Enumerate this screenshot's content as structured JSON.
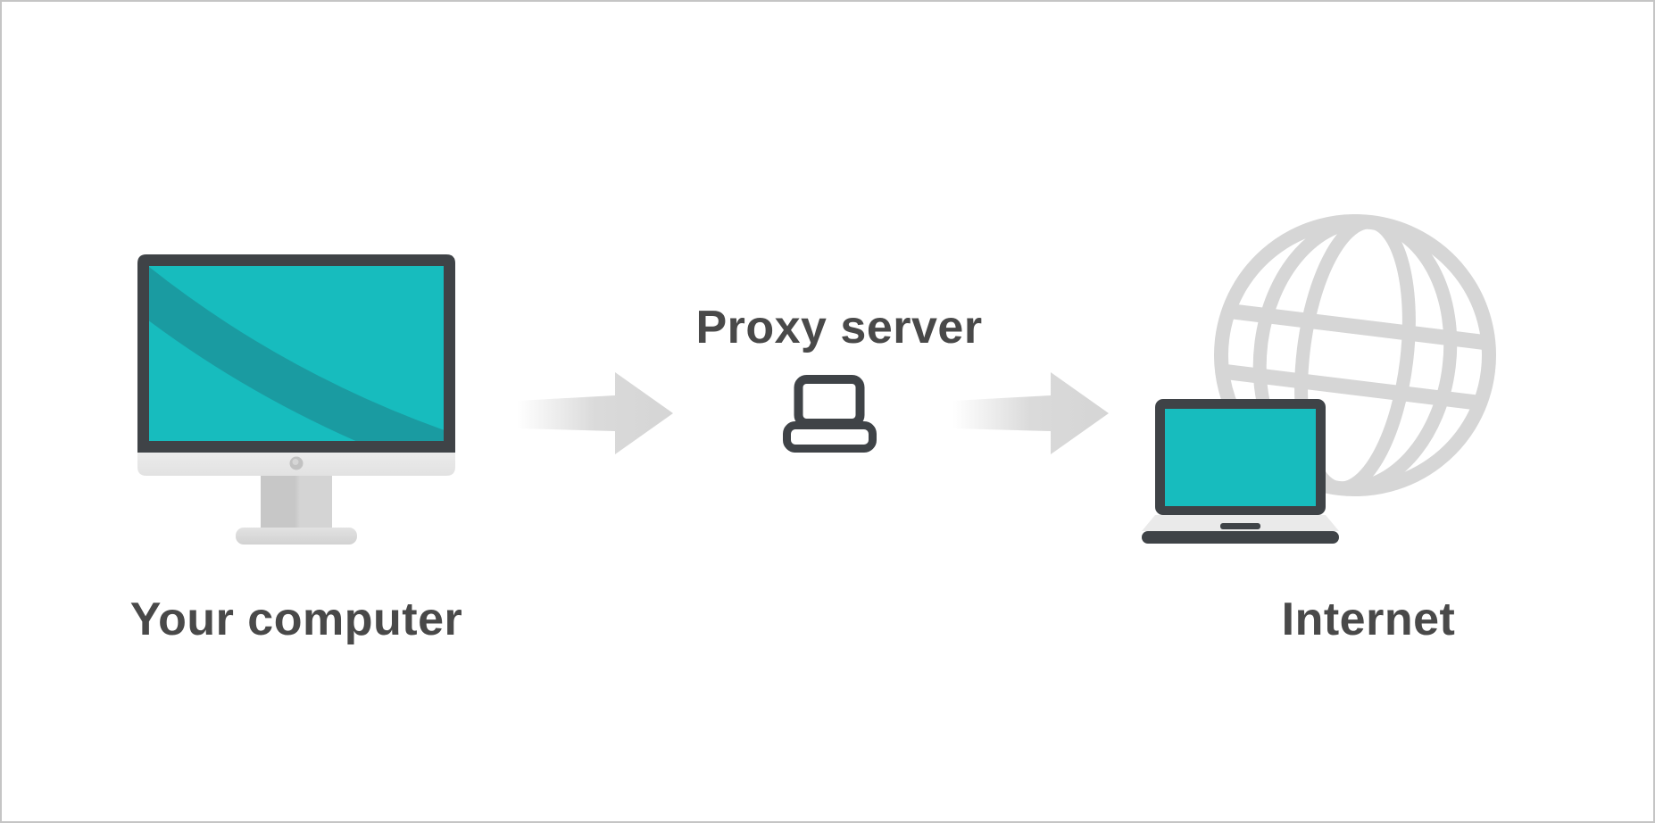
{
  "diagram": {
    "nodes": [
      {
        "id": "your-computer",
        "label": "Your computer",
        "icon": "desktop-computer-icon"
      },
      {
        "id": "proxy-server",
        "label": "Proxy server",
        "icon": "proxy-laptop-icon"
      },
      {
        "id": "internet",
        "label": "Internet",
        "icon": "internet-globe-laptop-icon"
      }
    ],
    "connections": [
      {
        "from": "your-computer",
        "to": "proxy-server",
        "icon": "flow-arrow-icon",
        "direction": "right"
      },
      {
        "from": "proxy-server",
        "to": "internet",
        "icon": "flow-arrow-icon",
        "direction": "right"
      }
    ]
  },
  "colors": {
    "background": "#FFFFFF",
    "frame_border": "#C5C5C5",
    "label_text": "#494949",
    "teal": "#17BCBE",
    "teal_dark": "#1A9BA1",
    "device_dark": "#3F4347",
    "hardware_gray": "#D4D4D4",
    "arrow_gray": "#D9D9D9",
    "globe_gray": "#D6D6D6"
  }
}
